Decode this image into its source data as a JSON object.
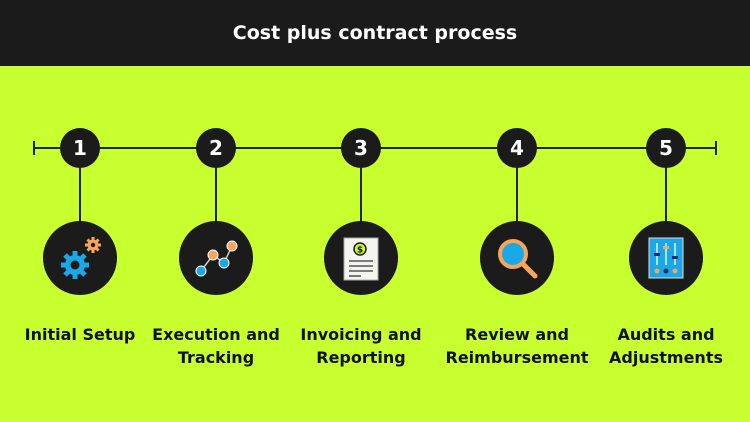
{
  "title": "Cost plus contract process",
  "steps": [
    {
      "number": "1",
      "label": "Initial Setup",
      "icon": "gears-icon"
    },
    {
      "number": "2",
      "label": "Execution and Tracking",
      "icon": "line-chart-icon"
    },
    {
      "number": "3",
      "label": "Invoicing and Reporting",
      "icon": "invoice-icon"
    },
    {
      "number": "4",
      "label": "Review and Reimbursement",
      "icon": "magnifier-icon"
    },
    {
      "number": "5",
      "label": "Audits and Adjustments",
      "icon": "sliders-icon"
    }
  ],
  "colors": {
    "background": "#c8ff2e",
    "header": "#1b1b1b",
    "blue": "#1aa8e8",
    "orange": "#f7a55a"
  }
}
